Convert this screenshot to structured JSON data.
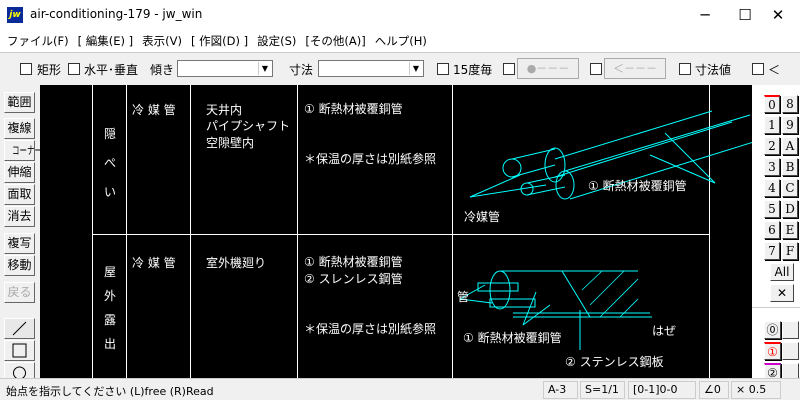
{
  "window": {
    "title": "air-conditioning-179 - jw_win",
    "logo": "jw",
    "minimize": "─",
    "maximize": "☐",
    "close": "✕"
  },
  "menu": [
    "ファイル(F)",
    "[ 編集(E) ]",
    "表示(V)",
    "[ 作図(D) ]",
    "設定(S)",
    "[その他(A)]",
    "ヘルプ(H)"
  ],
  "toolbar": {
    "rect": "矩形",
    "hv": "水平･垂直",
    "tilt": "傾き",
    "tilt_value": "",
    "dim": "寸法",
    "dim_value": "",
    "deg15": "15度毎",
    "btn1": "●－－－",
    "btn2": "＜－－－",
    "dimval": "寸法値",
    "lt": "＜"
  },
  "left_tools": [
    "範囲",
    "複線",
    "コーナー",
    "伸縮",
    "面取",
    "消去",
    "複写",
    "移動",
    "戻る"
  ],
  "canvas": {
    "row1": {
      "cat": [
        "隠",
        "ぺ",
        "い"
      ],
      "kind": "冷 媒 管",
      "place": [
        "天井内",
        "パイプシャフト",
        "空隙壁内"
      ],
      "mat1": "① 断熱材被覆銅管",
      "note": "＊保温の厚さは別紙参照",
      "fig_label1": "① 断熱材被覆銅管",
      "fig_label2": "冷媒管"
    },
    "row2": {
      "cat": [
        "屋",
        "外",
        "露",
        "出"
      ],
      "kind": "冷 媒 管",
      "place": "室外機廻り",
      "mat1": "① 断熱材被覆銅管",
      "mat2": "② スレンレス鋼管",
      "note": "＊保温の厚さは別紙参照",
      "fig_label_pipe": "管",
      "fig_label1": "① 断熱材被覆銅管",
      "fig_label2": "② ステンレス鋼板",
      "fig_label3": "はぜ"
    },
    "line_color": "#ffffff",
    "figure_color": "#00ffff"
  },
  "layers": {
    "left": [
      "0",
      "1",
      "2",
      "3",
      "4",
      "5",
      "6",
      "7"
    ],
    "right": [
      "8",
      "9",
      "A",
      "B",
      "C",
      "D",
      "E",
      "F"
    ],
    "all": "All",
    "clear": "✕",
    "groups": [
      "⓪",
      "①",
      "②"
    ],
    "active_layer": "0",
    "active_group": "①"
  },
  "status": {
    "message": "始点を指示してください (L)free (R)Read",
    "paper": "A-3",
    "scale": "S=1/1",
    "layer": "[0-1]0-0",
    "angle": "∠0",
    "factor": "× 0.5"
  }
}
